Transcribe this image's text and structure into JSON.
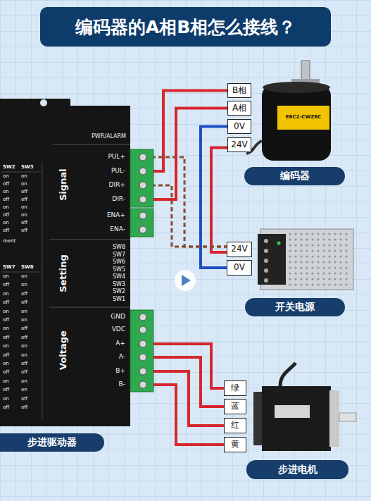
{
  "diagram": {
    "title": "编码器的A相B相怎么接线？",
    "nodes": [
      {
        "text": [
          "PWR/ALARM"
        ]
      },
      {
        "text": [
          "B相"
        ]
      },
      {
        "text": [
          "A相"
        ]
      },
      {
        "text": [
          "0V"
        ]
      },
      {
        "text": [
          "24V"
        ]
      },
      {
        "text": [
          "编码器"
        ]
      },
      {
        "text": [
          "24V"
        ]
      },
      {
        "text": [
          "0V"
        ]
      },
      {
        "text": [
          "开关电源"
        ]
      },
      {
        "text": [
          "绿"
        ]
      },
      {
        "text": [
          "蓝"
        ]
      },
      {
        "text": [
          "红"
        ]
      },
      {
        "text": [
          "黄"
        ]
      },
      {
        "text": [
          "步进电机"
        ]
      },
      {
        "text": [
          "步进驱动器"
        ]
      }
    ],
    "edges": [
      {
        "from": 1,
        "to": 0,
        "arrow": "none"
      },
      {
        "from": 2,
        "to": 0,
        "arrow": "none"
      },
      {
        "from": 3,
        "to": 7,
        "arrow": "none"
      },
      {
        "from": 4,
        "to": 6,
        "arrow": "none"
      },
      {
        "from": 0,
        "to": 6,
        "arrow": "none"
      },
      {
        "from": 0,
        "to": 6,
        "arrow": "none"
      },
      {
        "from": 0,
        "to": 9,
        "arrow": "none"
      },
      {
        "from": 0,
        "to": 10,
        "arrow": "none"
      },
      {
        "from": 0,
        "to": 11,
        "arrow": "none"
      },
      {
        "from": 0,
        "to": 12,
        "arrow": "none"
      }
    ],
    "labels": [
      "PUL+",
      "PUL-",
      "DIR+",
      "DIR-",
      "ENA+",
      "ENA-",
      "Signal",
      "SW8",
      "SW7",
      "SW6",
      "SW5",
      "SW4",
      "SW3",
      "SW2",
      "SW1",
      "Setting",
      "GND",
      "VDC",
      "A+",
      "A-",
      "B+",
      "B-",
      "Voltage",
      "E6C2-CWZ6C",
      "SW2",
      "SW3",
      "on",
      "on",
      "off",
      "on",
      "on",
      "off",
      "off",
      "off",
      "on",
      "on",
      "off",
      "on",
      "on",
      "off",
      "off",
      "off",
      "ment",
      "SW7",
      "SW8",
      "on",
      "on",
      "off",
      "on",
      "on",
      "off",
      "off",
      "off",
      "on",
      "on",
      "off",
      "on",
      "on",
      "off",
      "off",
      "off",
      "on",
      "on",
      "off",
      "on",
      "on",
      "off",
      "off",
      "off",
      "on",
      "on",
      "off",
      "on",
      "on",
      "off",
      "off",
      "off"
    ]
  }
}
